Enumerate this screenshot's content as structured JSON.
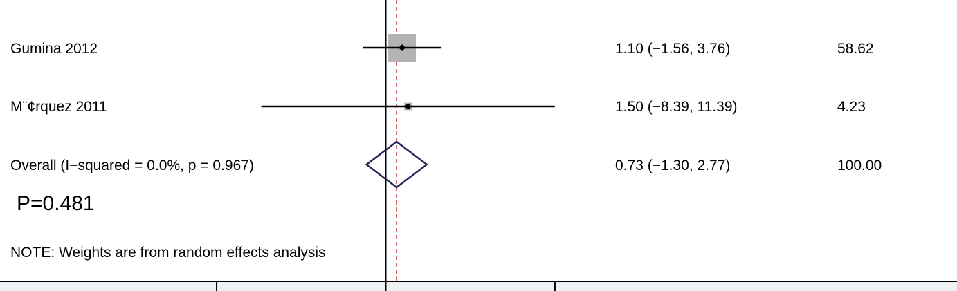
{
  "chart_data": {
    "type": "forest",
    "studies": [
      {
        "label": "Gumina 2012",
        "estimate": 1.1,
        "ci_low": -1.56,
        "ci_high": 3.76,
        "ci_text": "1.10 (−1.56, 3.76)",
        "weight": 58.62,
        "weight_text": "58.62"
      },
      {
        "label": "M¨¢rquez 2011",
        "estimate": 1.5,
        "ci_low": -8.39,
        "ci_high": 11.39,
        "ci_text": "1.50 (−8.39, 11.39)",
        "weight": 4.23,
        "weight_text": "4.23"
      }
    ],
    "overall": {
      "label": "Overall  (I−squared = 0.0%, p = 0.967)",
      "estimate": 0.73,
      "ci_low": -1.3,
      "ci_high": 2.77,
      "ci_text": "0.73 (−1.30, 2.77)",
      "weight_text": "100.00"
    },
    "p_value_text": "P=0.481",
    "note": "NOTE: Weights are from random effects analysis",
    "null_value": 0,
    "x_ticks": [
      -11.4,
      0,
      11.4
    ],
    "x_range": [
      -26,
      38.5
    ],
    "colors": {
      "ci_line": "#000000",
      "weight_box": "#b3b3b3",
      "point": "#000000",
      "diamond": "#1f2452",
      "null_line": "#000000",
      "overall_line": "#b22222",
      "axis": "#000000",
      "axis_band": "#eef2f5"
    }
  }
}
